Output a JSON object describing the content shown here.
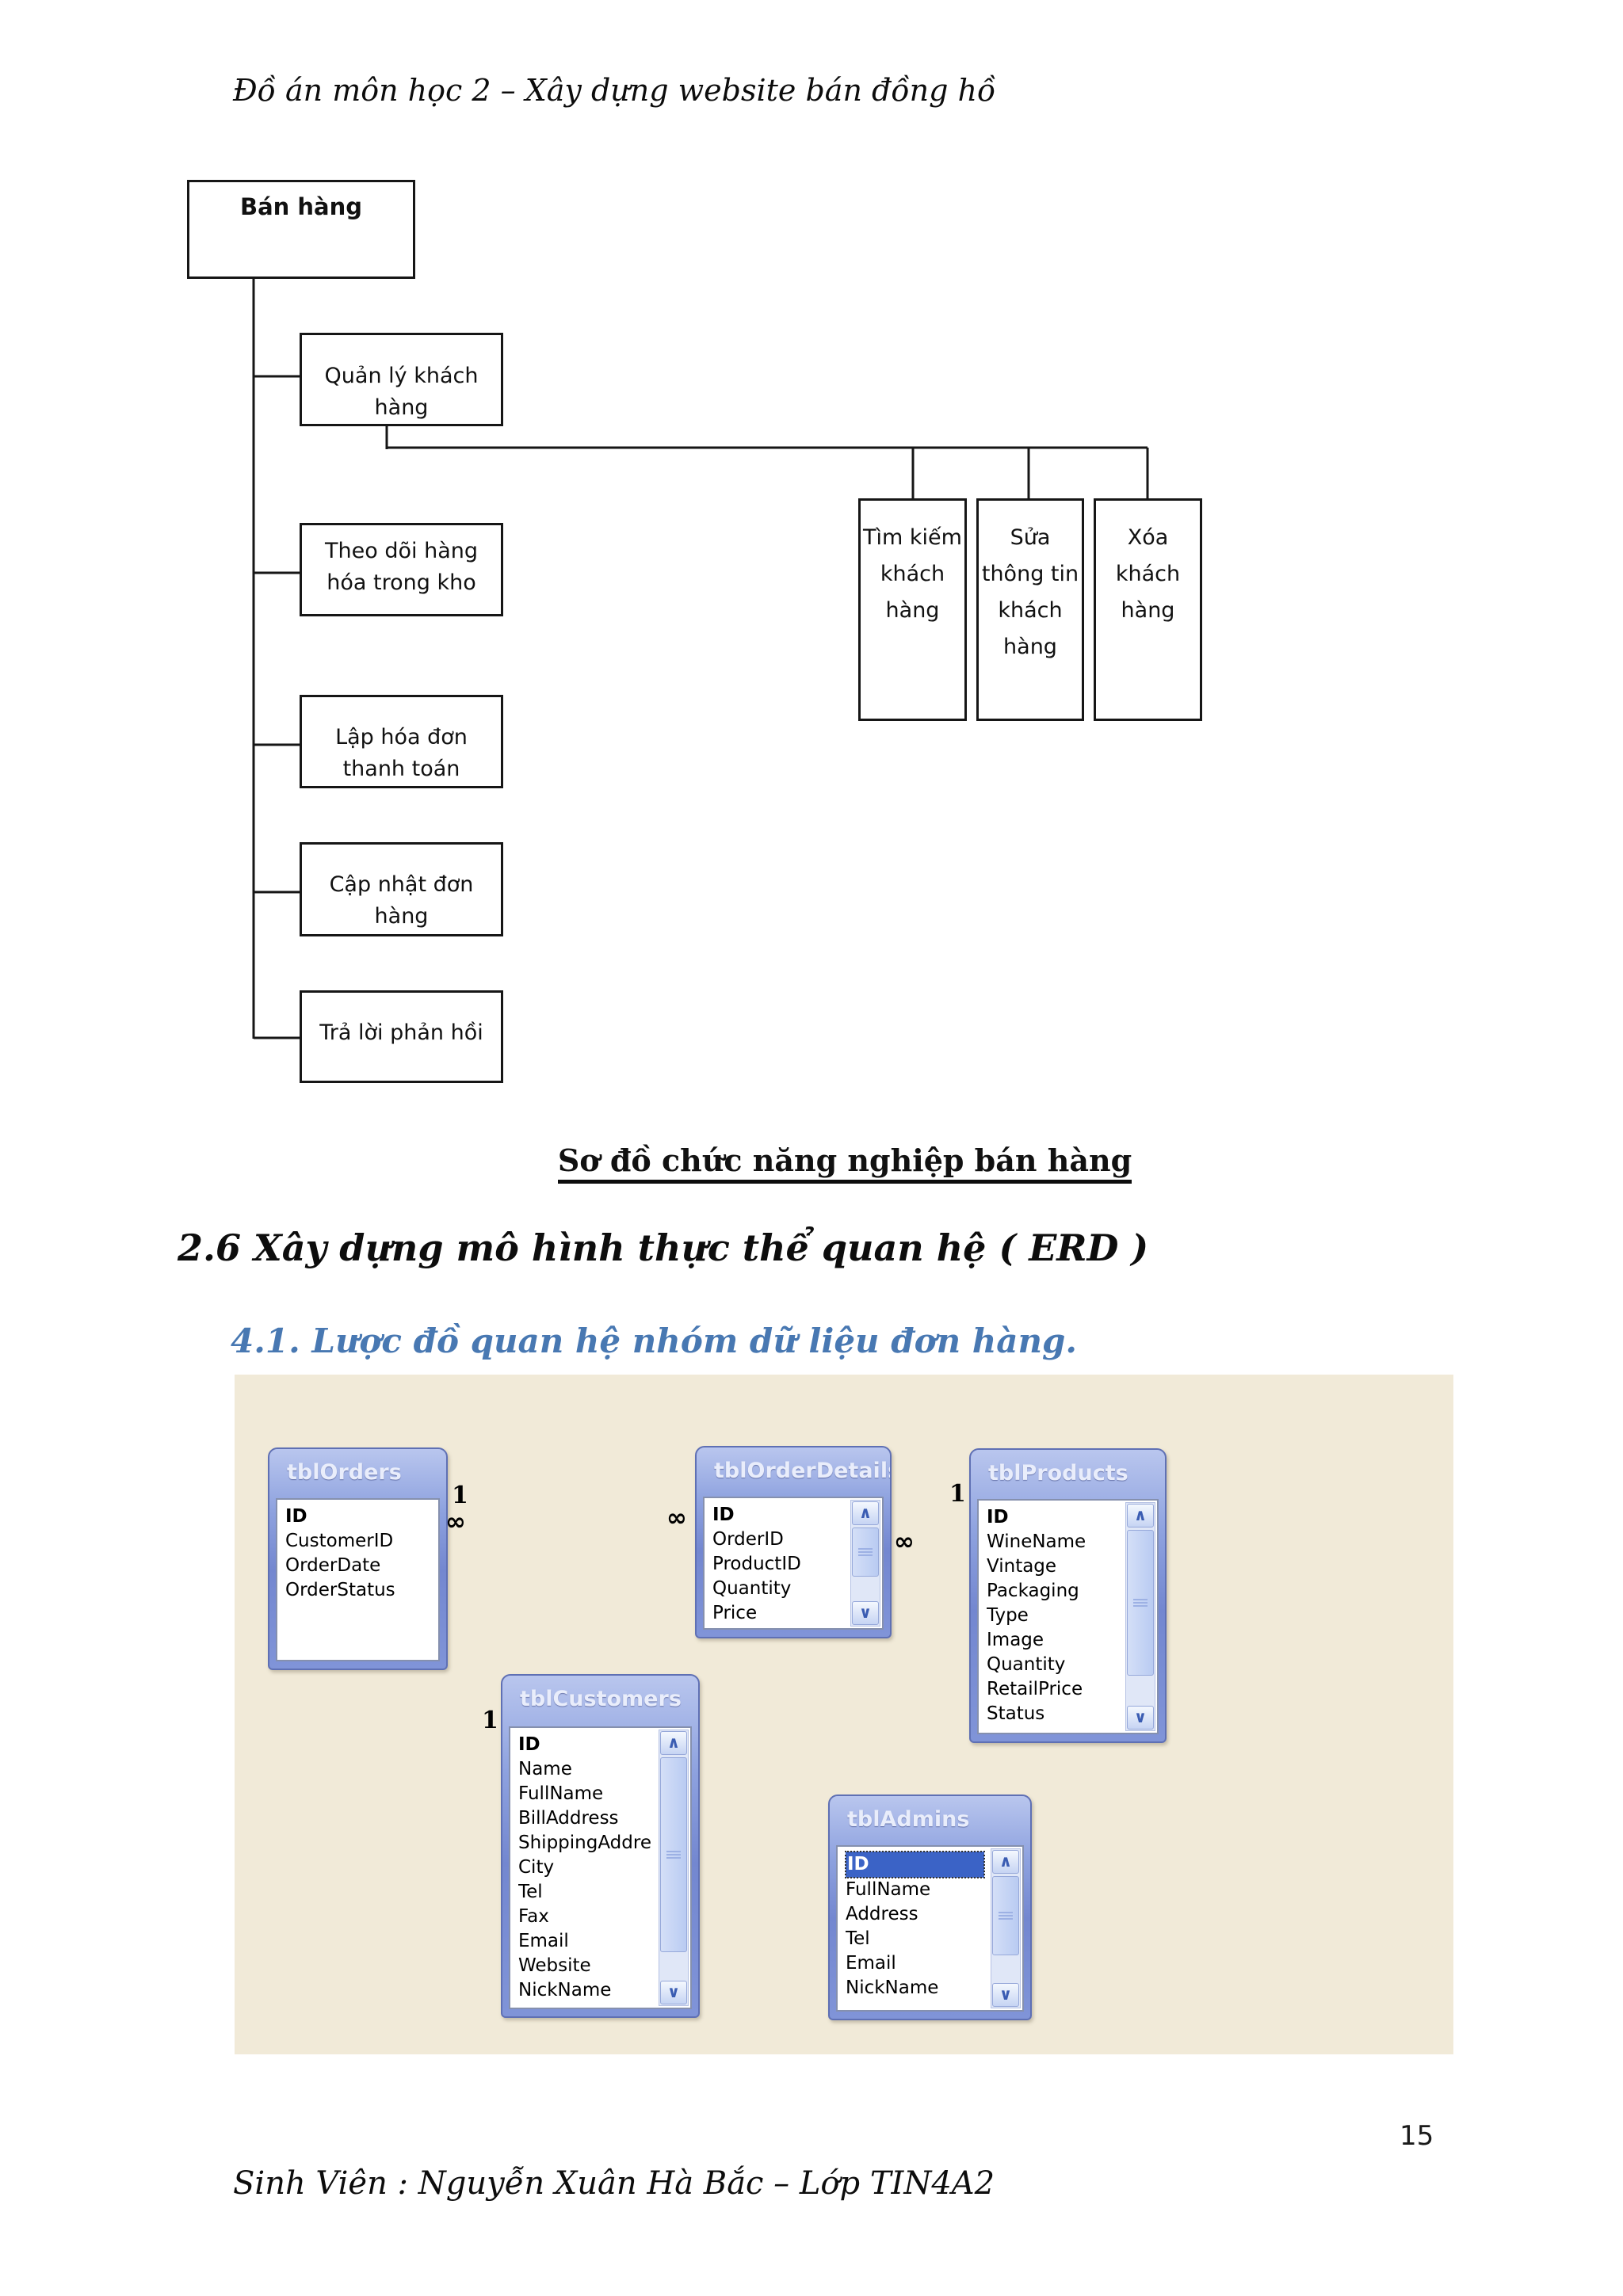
{
  "page": {
    "header_title": "Đồ án môn học 2 – Xây dựng website bán đồng hồ",
    "footer": "Sinh Viên : Nguyễn Xuân Hà Bắc – Lớp TIN4A2",
    "page_number": "15"
  },
  "sections": {
    "flowchart_caption": "Sơ đồ chức năng nghiệp bán hàng",
    "heading_2_6": "2.6 Xây dựng mô hình thực thể quan hệ  ( ERD )",
    "heading_4_1": "4.1. Lược đồ quan hệ nhóm dữ liệu đơn hàng.",
    "heading_4_1_color": "#4878b2"
  },
  "flowchart": {
    "root": "Bán hàng",
    "children": [
      "Quản lý khách hàng",
      "Theo dõi hàng hóa trong kho",
      "Lập hóa đơn thanh toán",
      "Cập nhật đơn hàng",
      "Trả lời phản hồi"
    ],
    "sub_children": [
      "Tìm kiếm khách hàng",
      "Sửa thông tin khách hàng",
      "Xóa khách hàng"
    ]
  },
  "erd": {
    "background_color": "#f1ead8",
    "titlebar_color": "#7e92d6",
    "tables": [
      {
        "name": "tblOrders",
        "fields": [
          "ID",
          "CustomerID",
          "OrderDate",
          "OrderStatus"
        ]
      },
      {
        "name": "tblOrderDetails",
        "fields": [
          "ID",
          "OrderID",
          "ProductID",
          "Quantity",
          "Price"
        ]
      },
      {
        "name": "tblProducts",
        "fields": [
          "ID",
          "WineName",
          "Vintage",
          "Packaging",
          "Type",
          "Image",
          "Quantity",
          "RetailPrice",
          "Status"
        ]
      },
      {
        "name": "tblCustomers",
        "fields": [
          "ID",
          "Name",
          "FullName",
          "BillAddress",
          "ShippingAddress",
          "City",
          "Tel",
          "Fax",
          "Email",
          "Website",
          "NickName"
        ]
      },
      {
        "name": "tblAdmins",
        "fields": [
          "ID",
          "FullName",
          "Address",
          "Tel",
          "Email",
          "NickName"
        ],
        "selected_field": "ID"
      }
    ],
    "relationships": [
      {
        "from": "tblOrders",
        "to": "tblOrderDetails",
        "from_card": "1",
        "to_card": "∞"
      },
      {
        "from": "tblOrders",
        "to": "tblCustomers",
        "from_card": "∞",
        "to_card": "1"
      },
      {
        "from": "tblOrderDetails",
        "to": "tblProducts",
        "from_card": "∞",
        "to_card": "1"
      }
    ]
  },
  "icons": {
    "chevron_up": "∧",
    "chevron_down": "∨"
  }
}
